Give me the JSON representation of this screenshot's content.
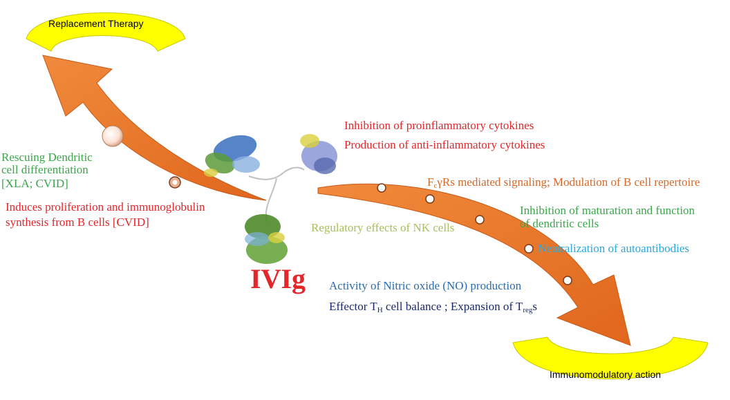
{
  "center_label": "IVIg",
  "top_arc": {
    "label": "Replacement Therapy",
    "color": "#ffff00"
  },
  "bottom_arc": {
    "label": "Immunomodulatory action",
    "color": "#ffff00"
  },
  "arrow_color": "#ed7d31",
  "left_effects": {
    "dendritic": {
      "line1": "Rescuing Dendritic",
      "line2": "cell differentiation",
      "line3": "[XLA; CVID]"
    },
    "b_cells": {
      "line1": "Induces proliferation and immunoglobulin",
      "line2": "synthesis from B cells [CVID]"
    }
  },
  "right_effects": {
    "cytokines_inhibit": "Inhibition of proinflammatory cytokines",
    "cytokines_produce": "Production of anti-inflammatory cytokines",
    "fc_pre": "F",
    "fc_sub": "c",
    "fc_post": "γRs mediated signaling; Modulation of B cell repertoire",
    "dc_line1": "Inhibition of maturation and function",
    "dc_line2": "of dendritic cells",
    "nk": "Regulatory effects of NK cells",
    "autoantibodies": "Neutralization of autoantibodies",
    "nitric_oxide": "Activity of Nitric oxide (NO) production",
    "effector_pre": "Effector T",
    "effector_sub_h": "H",
    "effector_mid": " cell balance ; Expansion of T",
    "effector_sub_reg": "reg",
    "effector_post": "s"
  }
}
